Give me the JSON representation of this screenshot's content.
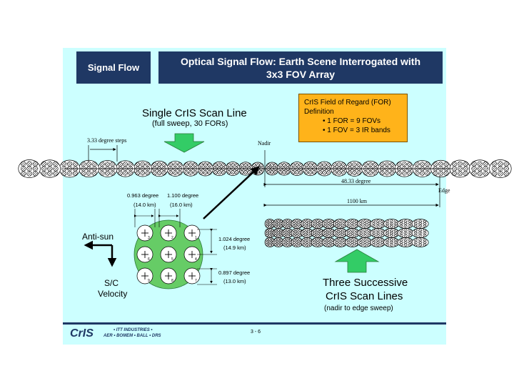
{
  "header": {
    "section_label": "Signal Flow",
    "title_line1": "Optical Signal Flow:  Earth Scene Interrogated with",
    "title_line2": "3x3 FOV Array"
  },
  "scan_line": {
    "title": "Single CrIS Scan Line",
    "subtitle": "(full sweep, 30 FORs)",
    "steps_label": "3.33 degree steps",
    "nadir_label": "Nadir",
    "edge_label": "Edge",
    "angle_label": "48.33 degree",
    "distance_label": "1100 km"
  },
  "for_box": {
    "line1": "CrIS Field of Regard (FOR)",
    "line2": "Definition",
    "bullet1": "• 1 FOR = 9 FOVs",
    "bullet2": "• 1 FOV = 3 IR bands"
  },
  "fov_array": {
    "fov_angle_label": "0.963 degree",
    "fov_km_label": "(14.0 km)",
    "spacing_angle_label": "1.100 degree",
    "spacing_km_label": "(16.0 km)",
    "vert_spacing_angle_label": "1.024 degree",
    "vert_spacing_km_label": "(14.9 km)",
    "vert_fov_angle_label": "0.897 degree",
    "vert_fov_km_label": "(13.0 km)",
    "fov_numbers": [
      "3",
      "2",
      "1",
      "6",
      "5",
      "4",
      "9",
      "8",
      "7"
    ]
  },
  "directions": {
    "anti_sun": "Anti-sun",
    "sc_line1": "S/C",
    "sc_line2": "Velocity"
  },
  "three_lines": {
    "line1": "Three Successive",
    "line2": "CrIS Scan Lines",
    "line3": "(nadir to edge sweep)"
  },
  "footer": {
    "logo": "CrIS",
    "partners_line1": "• ITT INDUSTRIES •",
    "partners_line2": "AER • BOMEM • BALL • DRS",
    "page_number": "3 - 6"
  },
  "colors": {
    "slide_bg": "#ccffff",
    "header_bg": "#1f3864",
    "box_bg": "#ffb31a",
    "arrow_green": "#33cc66",
    "fov_green": "#66cc66"
  }
}
